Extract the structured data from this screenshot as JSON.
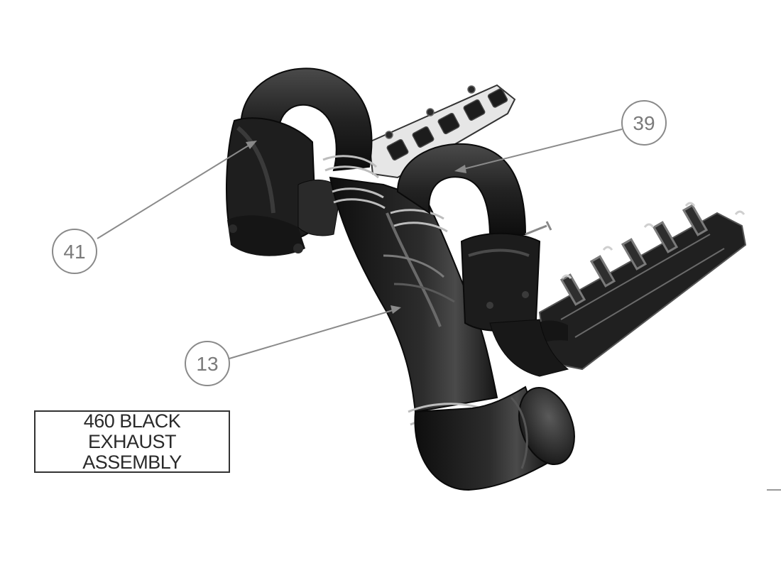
{
  "title": {
    "line1": "460 BLACK",
    "line2": "EXHAUST",
    "line3": "ASSEMBLY"
  },
  "callouts": [
    {
      "number": "41"
    },
    {
      "number": "39"
    },
    {
      "number": "13"
    }
  ],
  "colors": {
    "part_dark": "#1a1a1a",
    "part_mid": "#3a3a3a",
    "highlight": "#9a9a9a",
    "leader_line": "#8a8a8a",
    "balloon_stroke": "#8a8a8a"
  }
}
